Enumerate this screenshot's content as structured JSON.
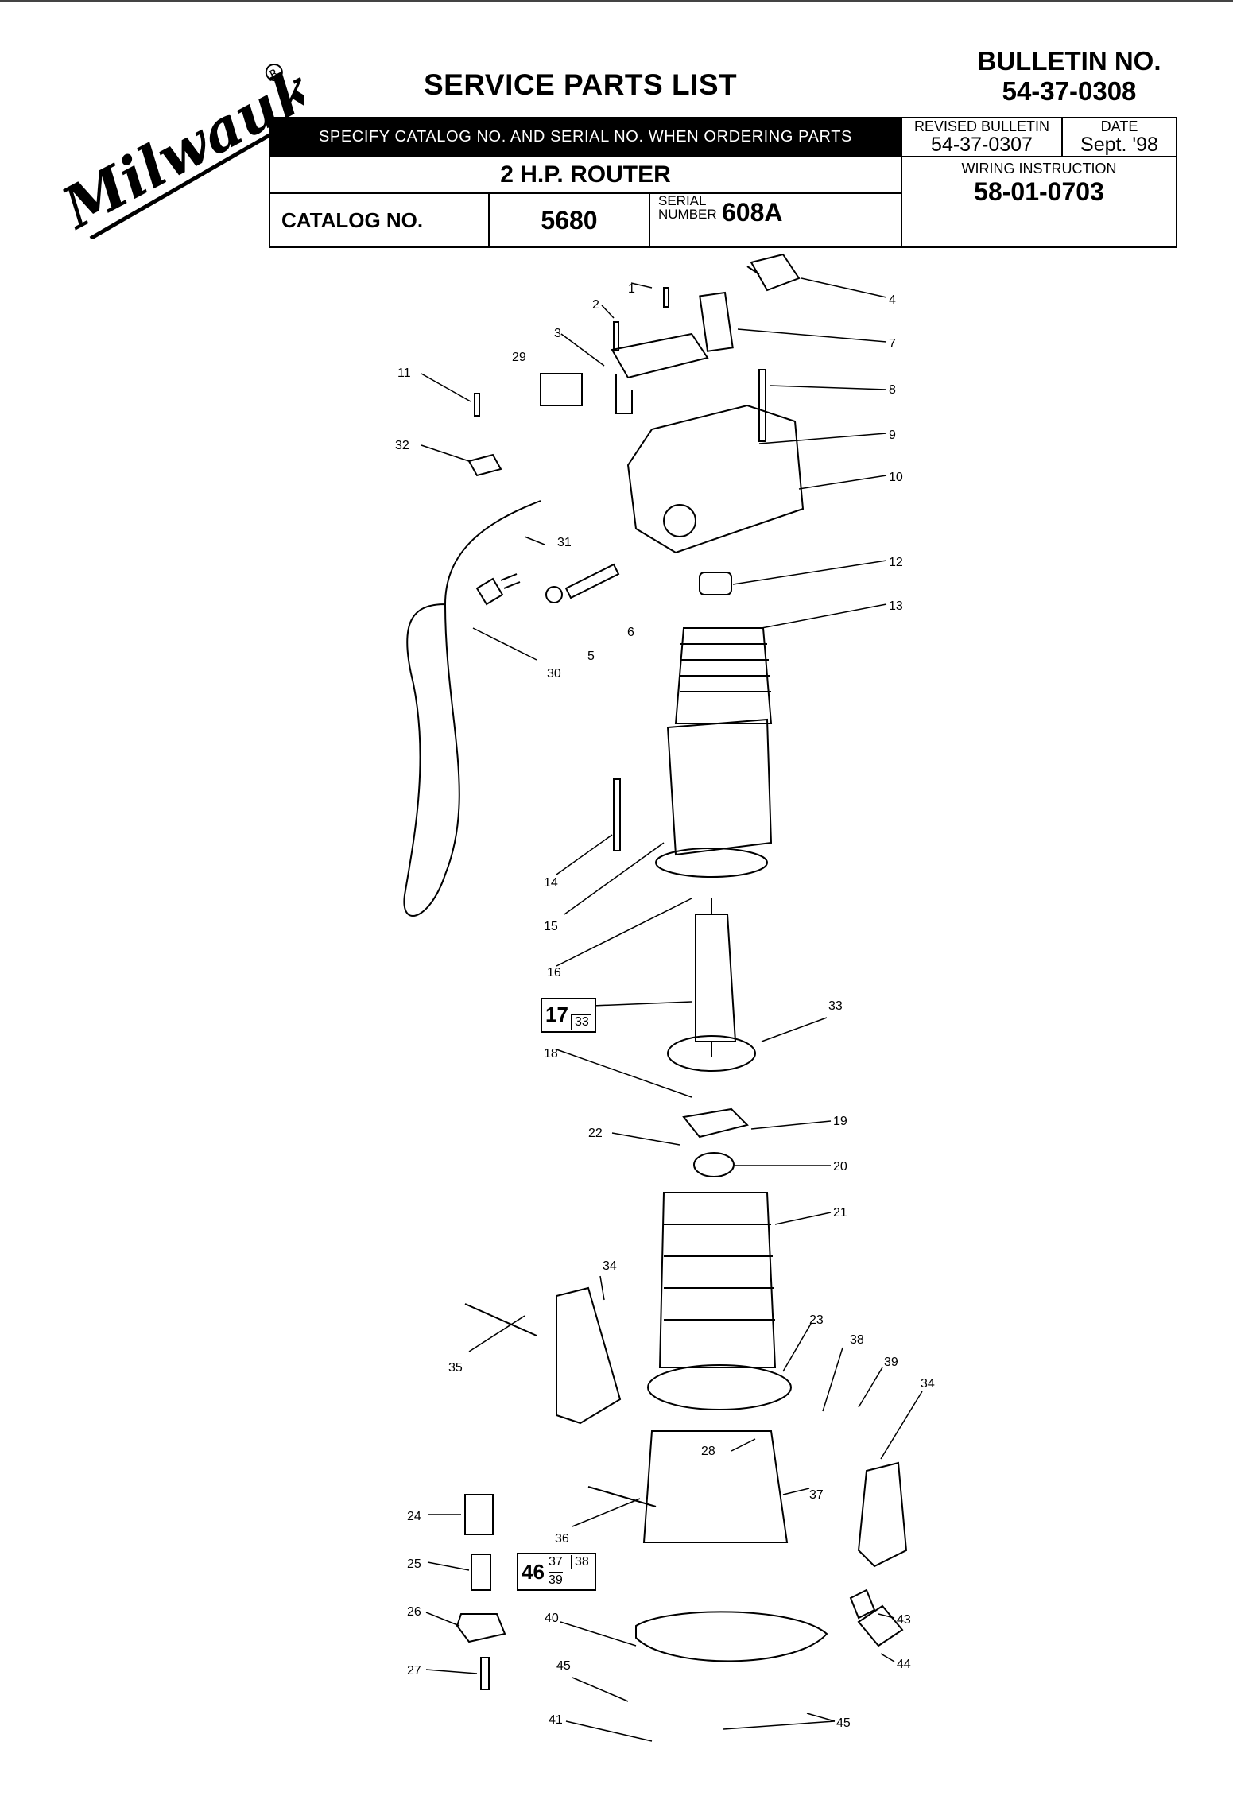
{
  "header": {
    "brand": "Milwaukee",
    "title": "SERVICE PARTS LIST",
    "bulletin_label": "BULLETIN NO.",
    "bulletin_no": "54-37-0308",
    "specify": "SPECIFY CATALOG NO. AND SERIAL NO. WHEN ORDERING PARTS",
    "product": "2 H.P. ROUTER",
    "revised_label": "REVISED BULLETIN",
    "revised_no": "54-37-0307",
    "date_label": "DATE",
    "date": "Sept. '98",
    "catalog_label": "CATALOG NO.",
    "catalog_no": "5680",
    "serial_label_1": "SERIAL",
    "serial_label_2": "NUMBER",
    "serial_no": "608A",
    "wiring_label": "WIRING INSTRUCTION",
    "wiring_no": "58-01-0703"
  },
  "callouts": [
    "1",
    "2",
    "3",
    "4",
    "5",
    "6",
    "7",
    "8",
    "9",
    "10",
    "11",
    "12",
    "13",
    "14",
    "15",
    "16",
    "18",
    "19",
    "20",
    "21",
    "22",
    "23",
    "24",
    "25",
    "26",
    "27",
    "28",
    "29",
    "30",
    "31",
    "32",
    "33",
    "34",
    "34",
    "35",
    "36",
    "37",
    "38",
    "39",
    "40",
    "41",
    "43",
    "44",
    "45",
    "45"
  ],
  "boxes": {
    "box17": {
      "main": "17",
      "sub": "33"
    },
    "box46": {
      "main": "46",
      "sub_a": "37",
      "sub_b": "38",
      "sub_c": "39"
    }
  }
}
